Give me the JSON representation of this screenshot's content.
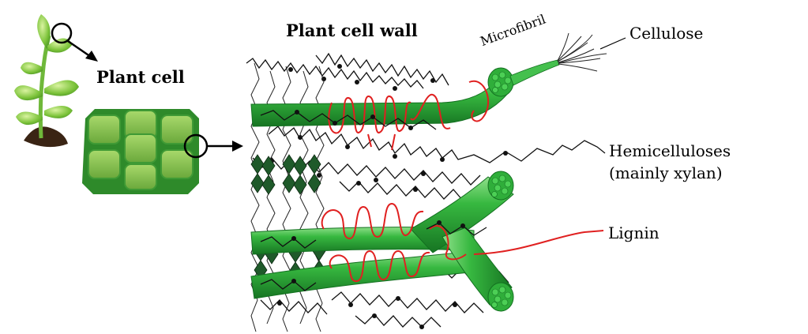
{
  "diagram": {
    "title": "Plant cell wall",
    "labels": {
      "plant_cell": "Plant cell",
      "microfibril": "Microfibril",
      "cellulose": "Cellulose",
      "hemicelluloses_line1": "Hemicelluloses",
      "hemicelluloses_line2": "(mainly xylan)",
      "lignin": "Lignin"
    },
    "colors": {
      "fiber_green": "#2fae3a",
      "fiber_dark": "#1b7a25",
      "cell_green": "#77b84a",
      "cell_border": "#2e8a2a",
      "lignin_red": "#e02020",
      "hemicellulose_black": "#111111",
      "label_text": "#000000"
    }
  }
}
